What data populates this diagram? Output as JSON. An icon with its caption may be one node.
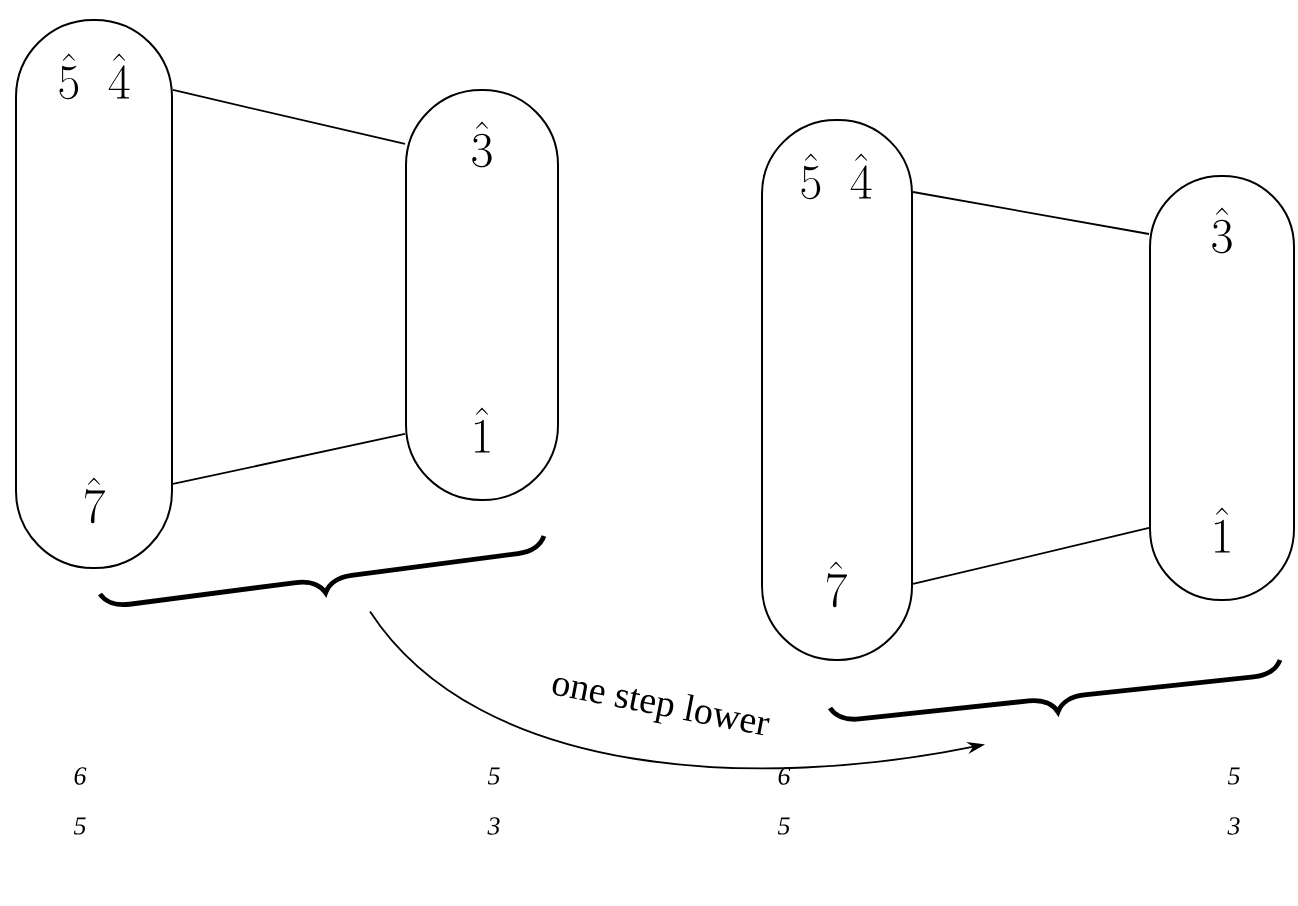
{
  "diagram": {
    "nodes": [
      {
        "text": [
          "\\hat{5}\\;\\;\\hat{4}",
          "\\hat{7}"
        ]
      },
      {
        "text": [
          "\\hat{3}",
          "\\hat{1}"
        ]
      },
      {
        "text": [
          "\\hat{5}\\;\\;\\hat{4}",
          "\\hat{7}"
        ]
      },
      {
        "text": [
          "\\hat{3}",
          "\\hat{1}"
        ]
      },
      {
        "text": [],
        "shape": "brace"
      },
      {
        "text": [],
        "shape": "brace"
      }
    ],
    "edges": [
      {
        "from": 0,
        "to": 1,
        "arrow": "none"
      },
      {
        "from": 0,
        "to": 1,
        "arrow": "none"
      },
      {
        "from": 2,
        "to": 3,
        "arrow": "none"
      },
      {
        "from": 2,
        "to": 3,
        "arrow": "none"
      },
      {
        "from": 4,
        "to": 5,
        "arrow": "to",
        "label": "one step lower"
      }
    ],
    "labels": [
      "6",
      "5",
      "6",
      "5",
      "5",
      "3",
      "5",
      "3"
    ]
  }
}
